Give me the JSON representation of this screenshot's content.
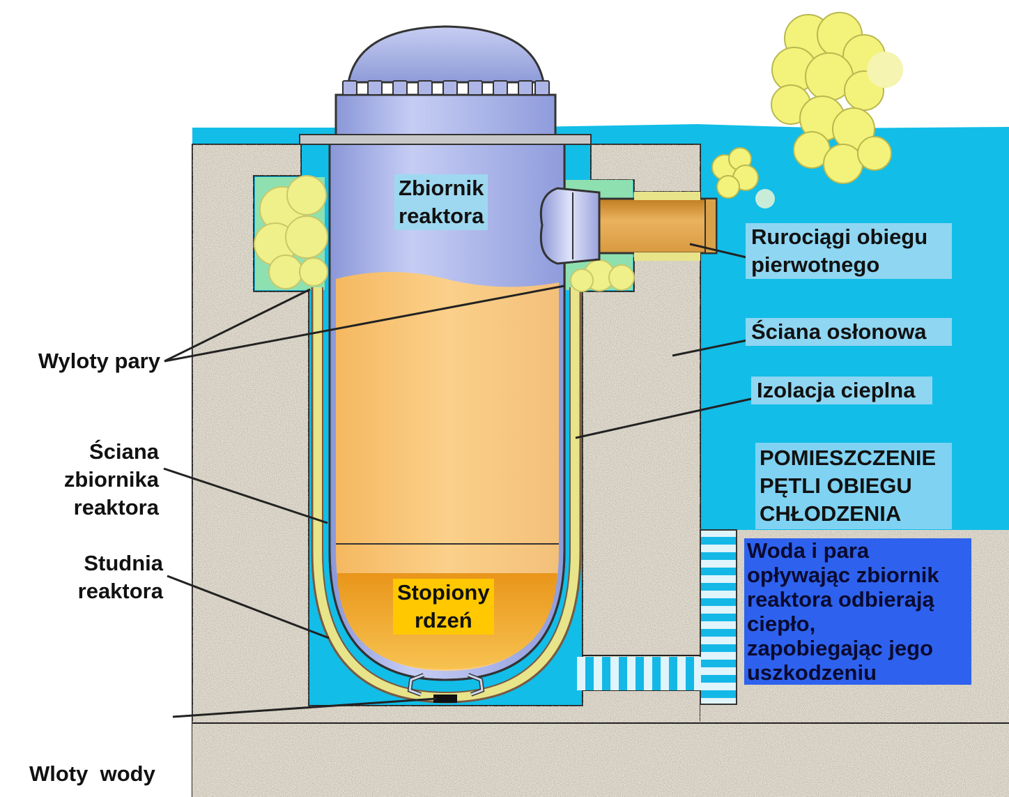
{
  "labels": {
    "vessel": [
      "Zbiornik",
      "reaktora"
    ],
    "core": [
      "Stopiony",
      "rdzeń"
    ],
    "piping": [
      "Rurociągi obiegu",
      "pierwotnego"
    ],
    "shield_wall": "Ściana osłonowa",
    "insulation": "Izolacja cieplna",
    "room": [
      "POMIESZCZENIE",
      "PĘTLI OBIEGU",
      "CHŁODZENIA"
    ],
    "water_steam": [
      "Woda i para",
      "opływając zbiornik",
      "reaktora odbierają",
      "ciepło,",
      "zapobiegając jego",
      "uszkodzeniu"
    ],
    "steam_outlets": "Wyloty pary",
    "vessel_wall": [
      "Ściana",
      "zbiornika",
      "reaktora"
    ],
    "well": [
      "Studnia",
      "reaktora"
    ],
    "water_inlets": "Wloty  wody"
  },
  "colors": {
    "water": "#12bde8",
    "concrete": "#e2ddd0",
    "vessel_steel": "#a9b4ec",
    "molten_fill": "#f8c678",
    "core": "#f0a020",
    "steam": "#f2f080",
    "blue_box": "#2e62ee"
  }
}
